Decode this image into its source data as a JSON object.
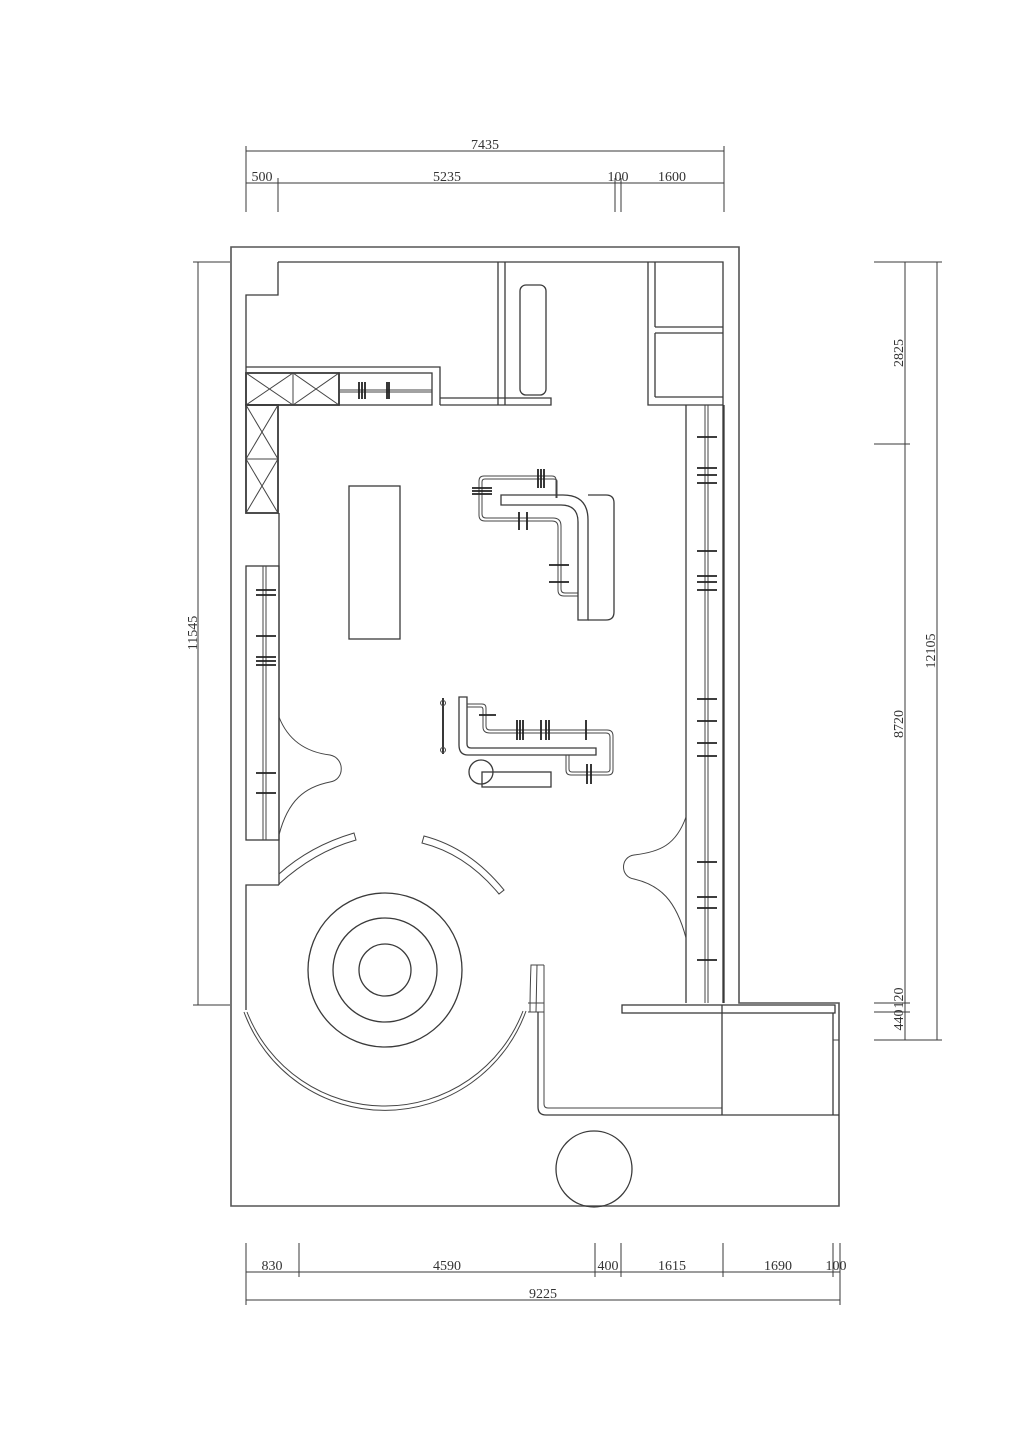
{
  "drawing": {
    "type": "architectural floor plan",
    "line_color": "#3a3a3a",
    "background": "#ffffff"
  },
  "dimensions": {
    "top": {
      "overall": "7435",
      "segments": [
        "500",
        "5235",
        "100",
        "1600"
      ]
    },
    "bottom": {
      "overall": "9225",
      "segments": [
        "830",
        "4590",
        "400",
        "1615",
        "1690",
        "100"
      ]
    },
    "left": {
      "overall": "11545"
    },
    "right": {
      "overall": "12105",
      "segments": [
        "2825",
        "8720",
        "120",
        "440"
      ]
    }
  },
  "elements": {
    "storage_cabinets": "cabinet-x-marks",
    "display_table": "rectangular-table",
    "round_platform": "concentric-circles",
    "clothing_racks": "hanging-rails",
    "curved_partitions": "arc-walls",
    "entrance_circle": "circle",
    "fitting_rooms": "top-right-cubicles"
  }
}
